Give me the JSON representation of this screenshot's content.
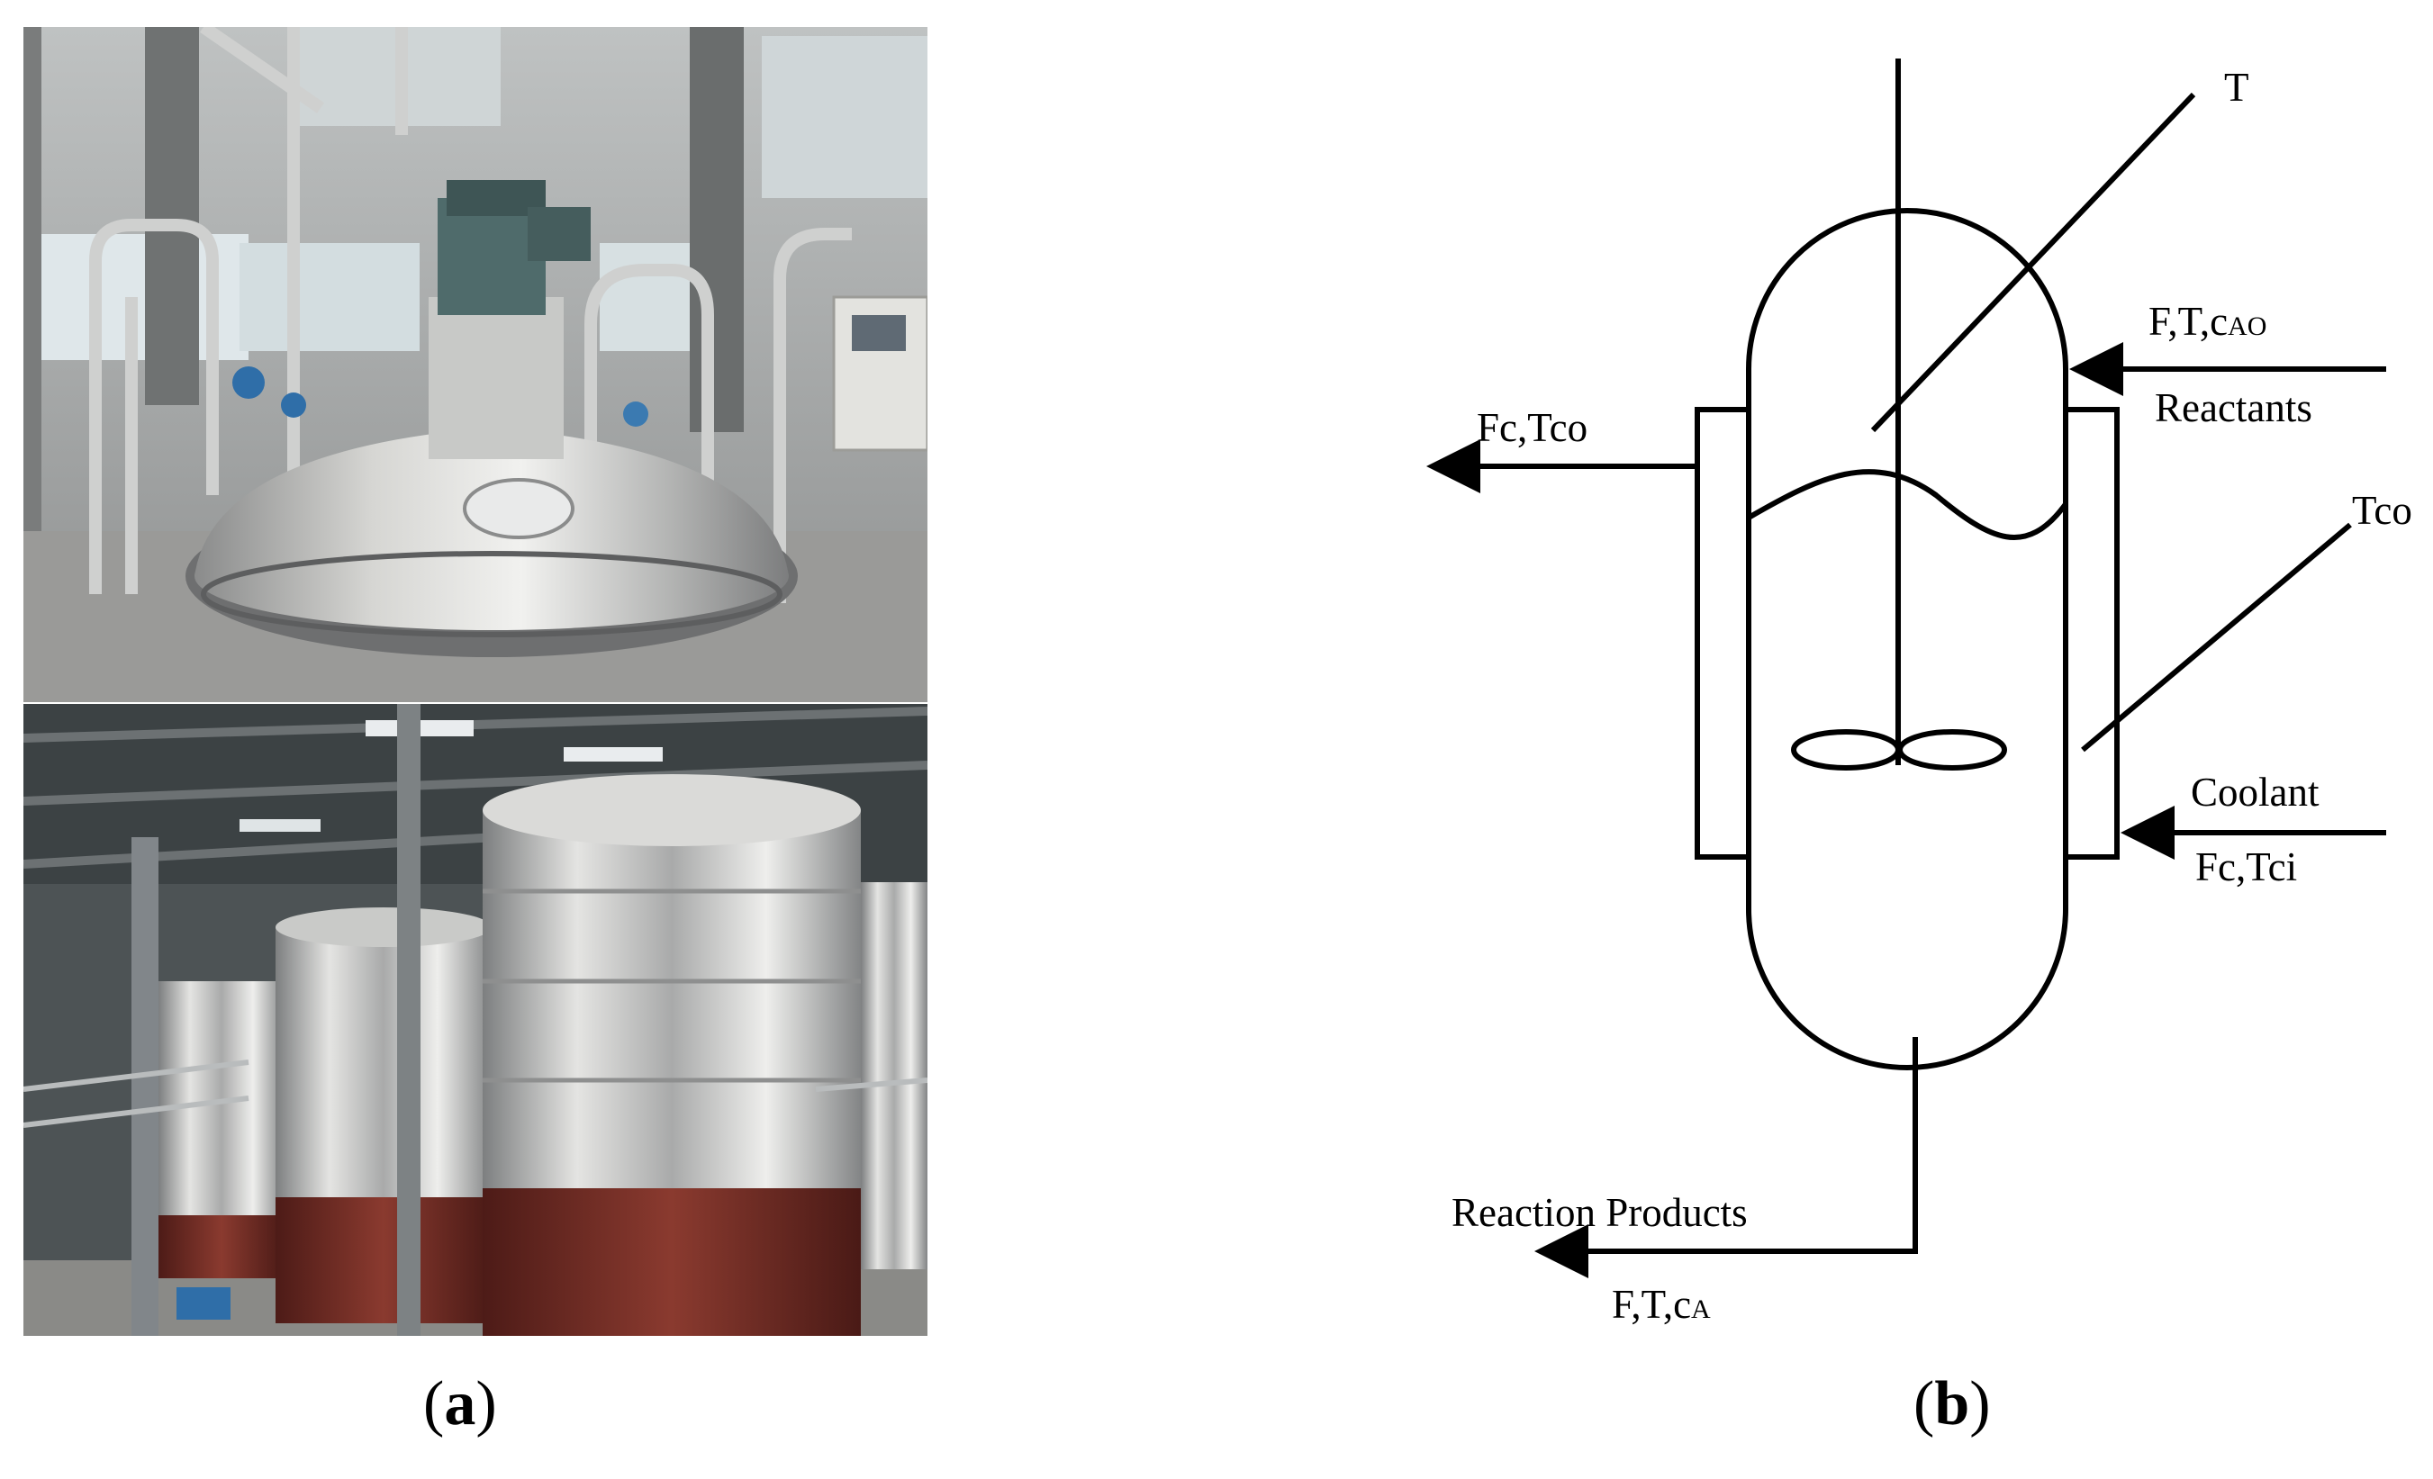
{
  "captions": {
    "a": {
      "open": "(",
      "letter": "a",
      "close": ")"
    },
    "b": {
      "open": "(",
      "letter": "b",
      "close": ")"
    }
  },
  "diagram": {
    "label_t": "T",
    "label_fc_tco": {
      "main": "Fc,Tco"
    },
    "label_reactants_stream": {
      "main": "F,T,c",
      "sub": "AO"
    },
    "label_reactants": "Reactants",
    "label_tco": "Tco",
    "label_coolant": "Coolant",
    "label_fc_tci": "Fc,Tci",
    "label_reaction_products": "Reaction Products",
    "label_products_stream": {
      "main": "F,T,c",
      "sub": "A"
    }
  },
  "colors": {
    "line": "#000000",
    "concrete_floor": "#9a9a98",
    "steel_light": "#d9d9d6",
    "steel_dark": "#8e8f8f",
    "motor_teal": "#4f6b6b",
    "tank_red": "#6e2a22",
    "ceiling_dark": "#3c4244"
  }
}
